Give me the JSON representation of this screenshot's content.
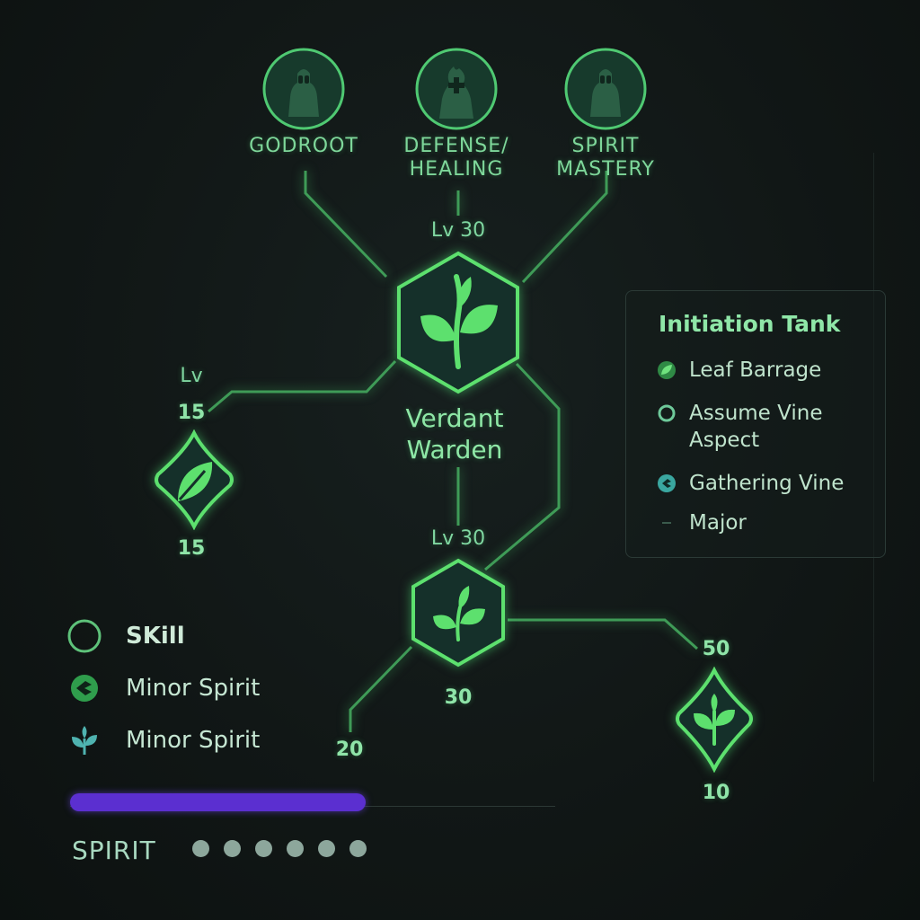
{
  "schools": [
    {
      "label": "GODROOT",
      "icon": "hooded-figure-icon"
    },
    {
      "label": "DEFENSE/\nHEALING",
      "icon": "healer-figure-icon"
    },
    {
      "label": "SPIRIT\nMASTERY",
      "icon": "hooded-figure-icon"
    }
  ],
  "center": {
    "level": "Lv 30",
    "title": "Verdant\nWarden",
    "icon": "leaf-sprig-icon"
  },
  "left_node": {
    "level_line1": "Lv",
    "level_line2": "15",
    "value": "15",
    "icon": "leaf-icon"
  },
  "lower_node": {
    "level": "Lv 30",
    "value": "30",
    "icon": "leaf-sprig-icon"
  },
  "branch_left_value": "20",
  "right_node": {
    "level": "50",
    "value": "10",
    "icon": "sprout-icon"
  },
  "panel": {
    "title": "Initiation Tank",
    "items": [
      {
        "label": "Leaf Barrage",
        "icon": "leaf-icon"
      },
      {
        "label": "Assume Vine\nAspect",
        "icon": "ring-icon"
      },
      {
        "label": "Gathering Vine",
        "icon": "vine-badge-icon"
      },
      {
        "label": "Major",
        "icon": "dash-icon"
      }
    ]
  },
  "legend": [
    {
      "label": "SKill",
      "icon": "ring-icon"
    },
    {
      "label": "Minor Spirit",
      "icon": "vine-badge-icon"
    },
    {
      "label": "Minor Spirit",
      "icon": "sprout-icon"
    }
  ],
  "spirit": {
    "label": "SPIRIT",
    "bar_fill_fraction": 0.61,
    "dot_count": 6
  },
  "colors": {
    "accent": "#5de06e",
    "accent_dim": "#3e9a55",
    "text": "#7ed79a",
    "bar": "#5b2fd0",
    "background": "#121817"
  }
}
